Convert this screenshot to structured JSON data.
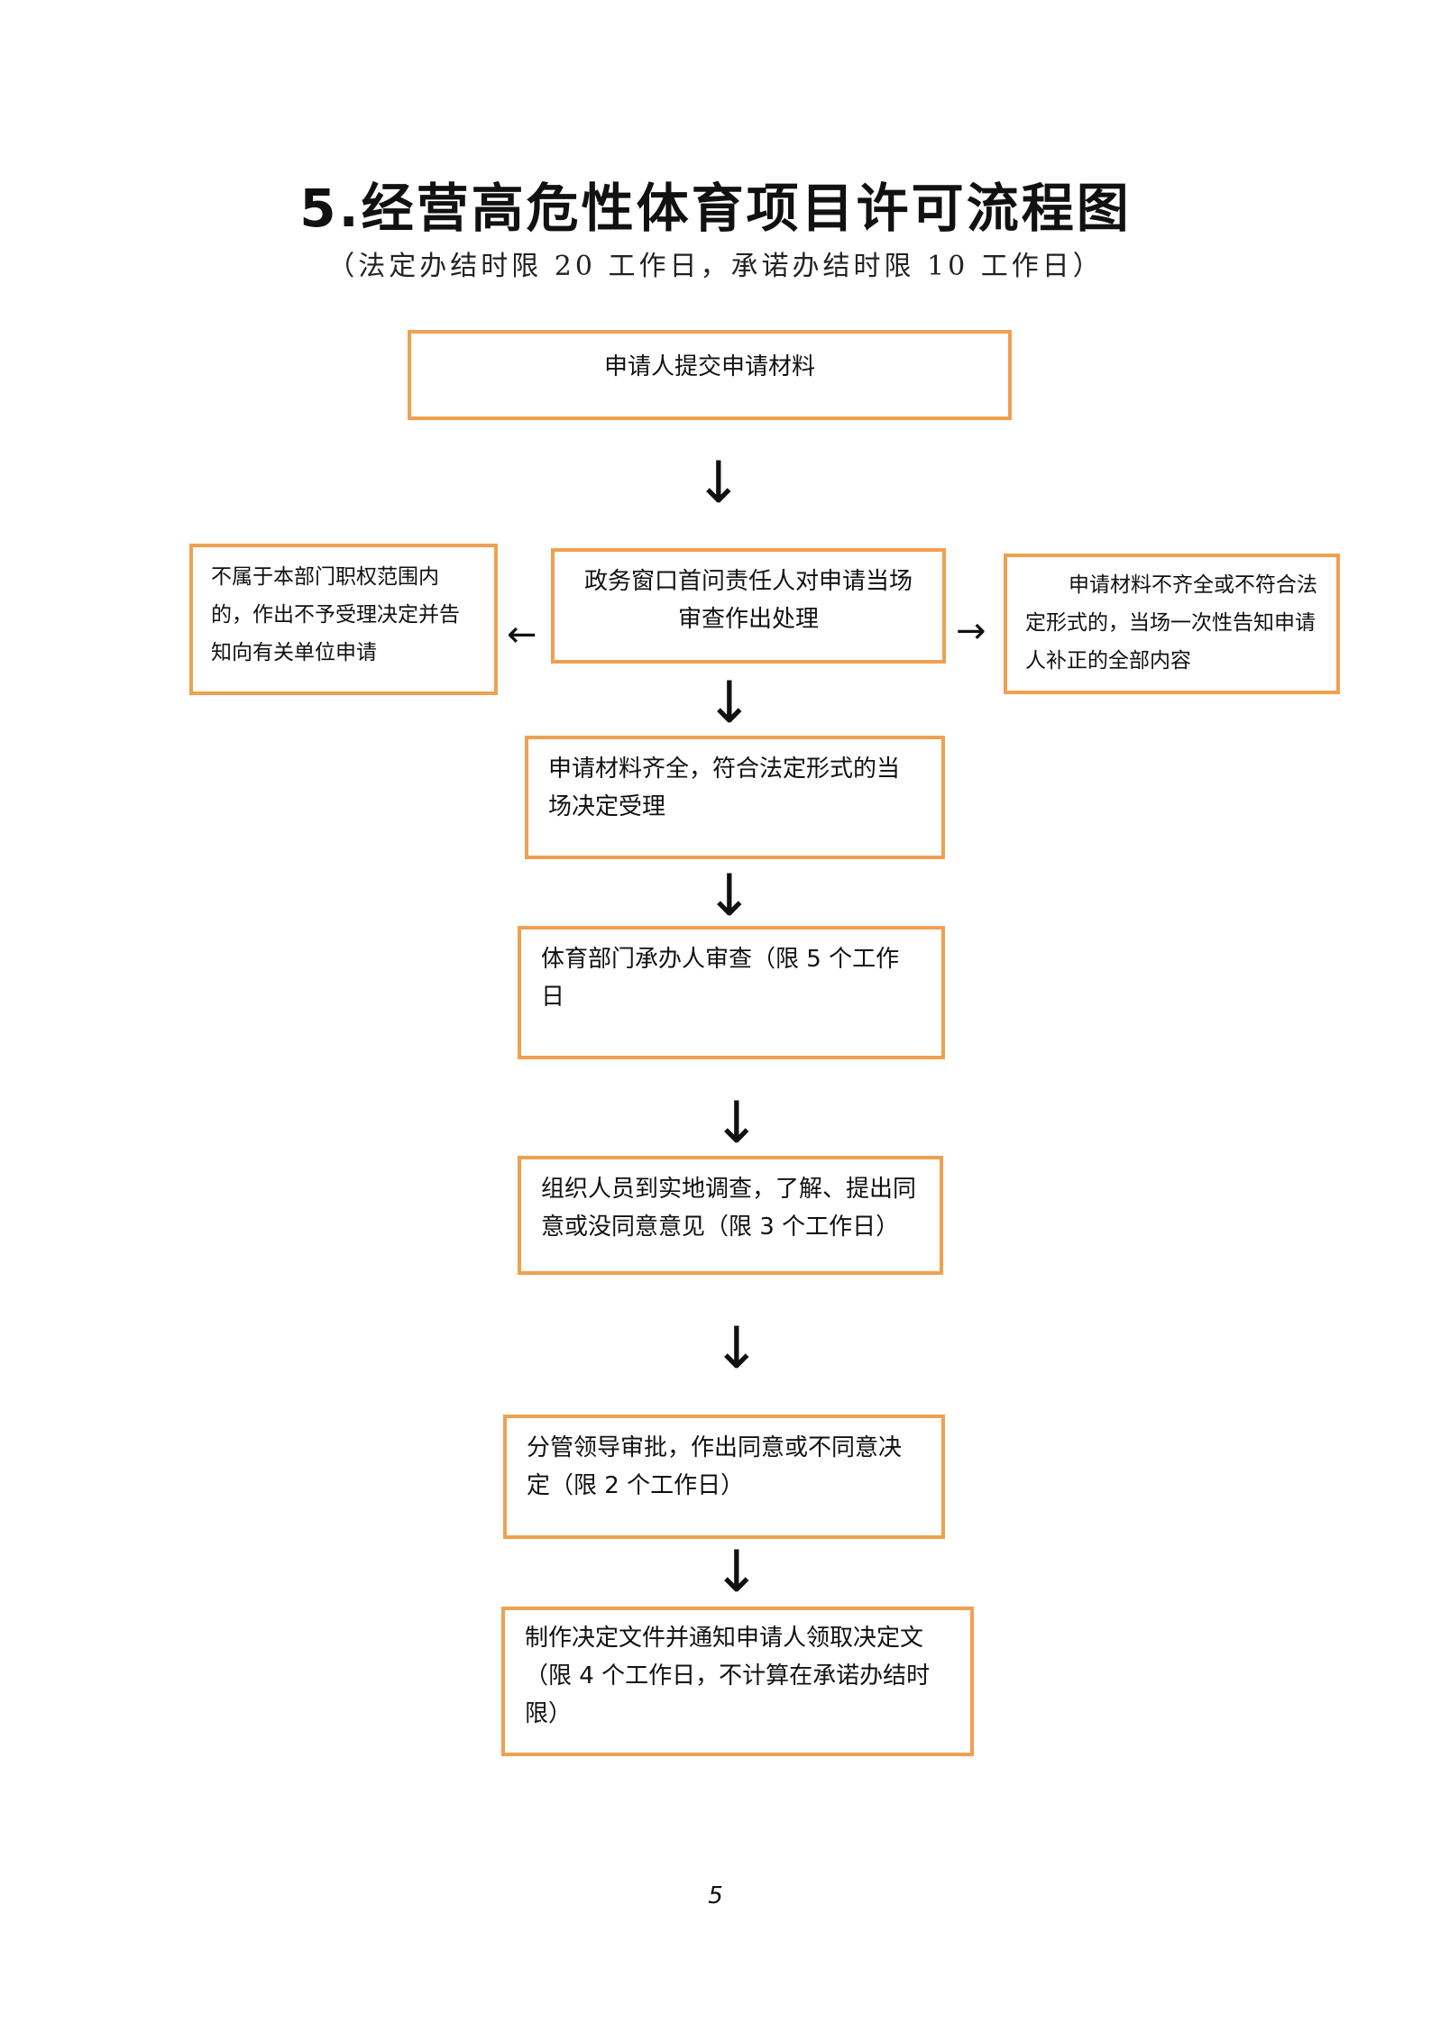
{
  "title": "5.经营高危性体育项目许可流程图",
  "subtitle": "（法定办结时限 20 工作日，承诺办结时限 10 工作日）",
  "steps": {
    "submit": "申请人提交申请材料",
    "window_review": "政务窗口首问责任人对申请当场审查作出处理",
    "reject_out_of_scope": "不属于本部门职权范围内的，作出不予受理决定并告知向有关单位申请",
    "incomplete_notice": "申请材料不齐全或不符合法定形式的，当场一次性告知申请人补正的全部内容",
    "accept": "申请材料齐全，符合法定形式的当场决定受理",
    "staff_review": "体育部门承办人审查（限 5 个工作日",
    "site_survey": "组织人员到实地调查，了解、提出同意或没同意意见（限 3 个工作日）",
    "leader_approval": "分管领导审批，作出同意或不同意决定（限 2 个工作日）",
    "issue_decision": "制作决定文件并通知申请人领取决定文（限 4 个工作日，不计算在承诺办结时限）"
  },
  "arrows": {
    "down": "↓",
    "left": "←",
    "right": "→"
  },
  "page_number": "5",
  "colors": {
    "box_border": "#f0a050",
    "text": "#111111"
  }
}
